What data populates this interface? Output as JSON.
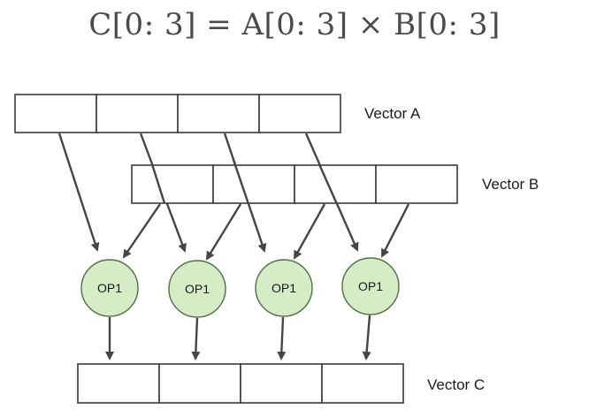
{
  "equation": "C[0: 3] = A[0: 3] × B[0: 3]",
  "vectors": {
    "a_label": "Vector A",
    "b_label": "Vector B",
    "c_label": "Vector C"
  },
  "operations": [
    "OP1",
    "OP1",
    "OP1",
    "OP1"
  ],
  "colors": {
    "node_fill": "#d6ecc6",
    "node_stroke": "#4f6e45",
    "line": "#454545"
  }
}
